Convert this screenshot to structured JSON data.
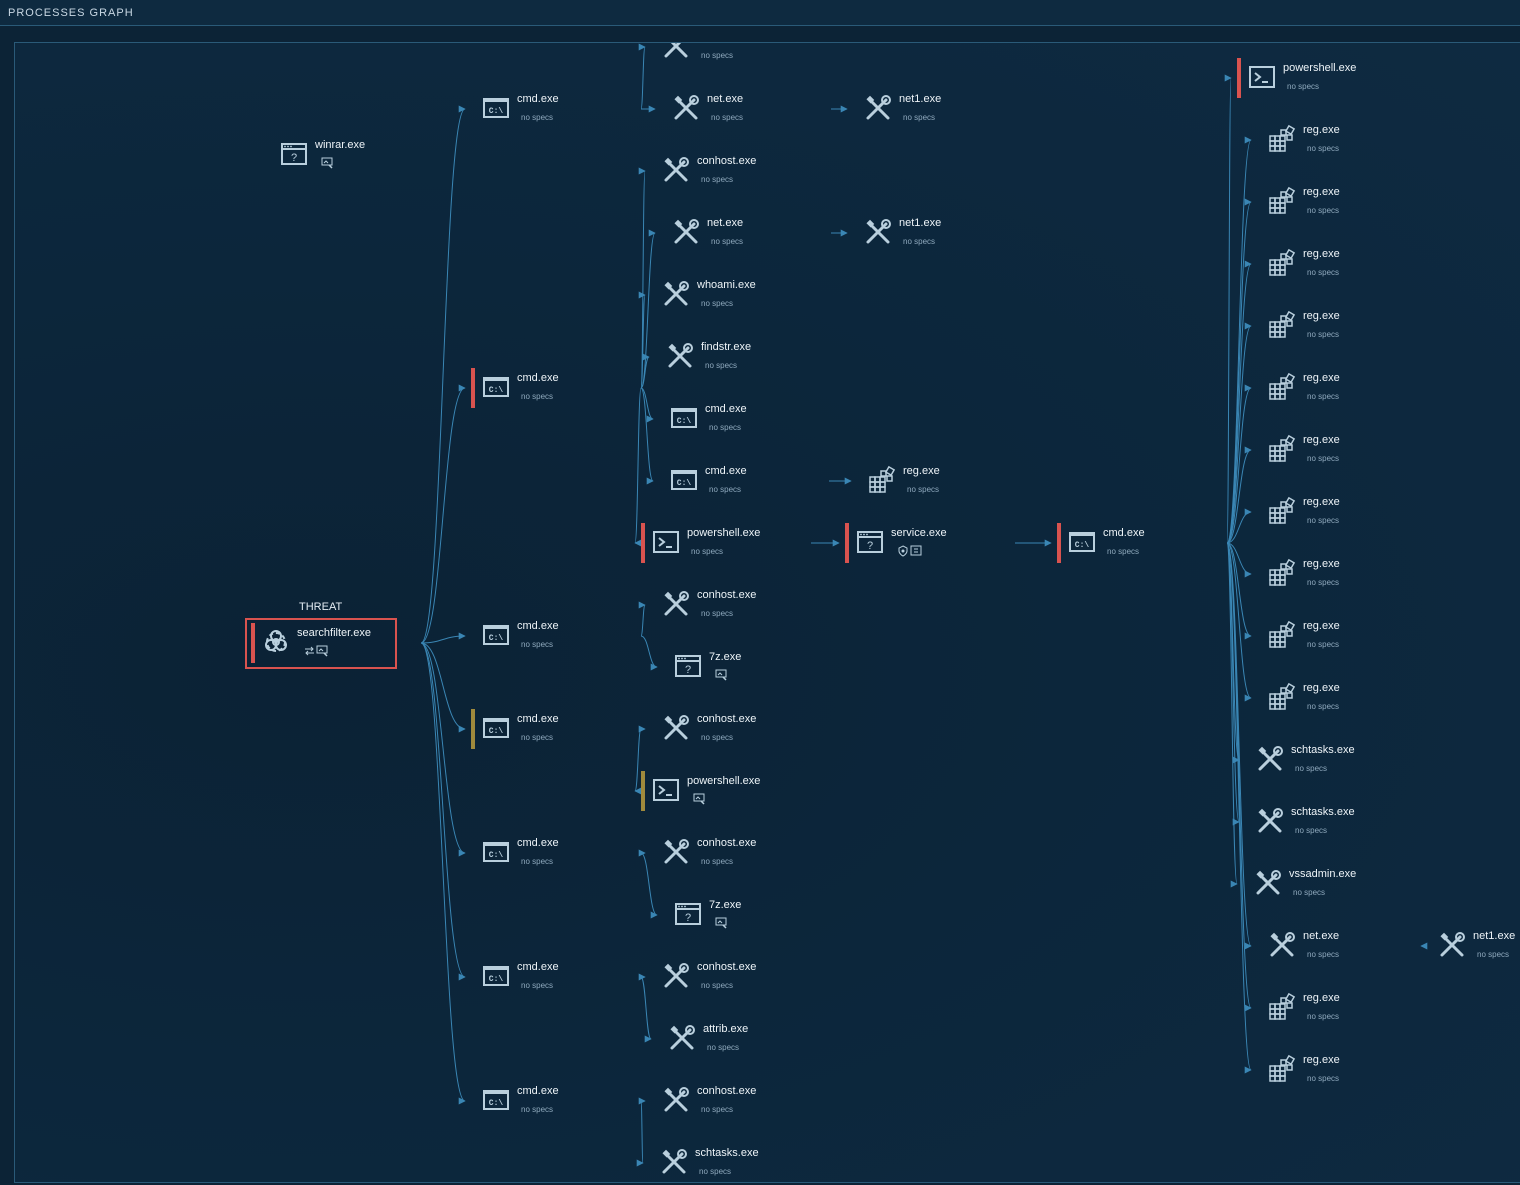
{
  "header": {
    "title": "PROCESSES GRAPH"
  },
  "threat_label": "THREAT",
  "colors": {
    "background": "#0c2336",
    "edge": "#3a86b4",
    "icon": "#b9cfdd",
    "risk_high": "#d9534f",
    "risk_medium": "#a08a3c",
    "threat_border": "#d9534f"
  },
  "nodes": [
    {
      "label": "winrar.exe",
      "sub": "",
      "icon": "window-question-icon",
      "risk": "",
      "badges": [
        "image-badge"
      ]
    },
    {
      "label": "searchfilter.exe",
      "sub": "",
      "icon": "biohazard-icon",
      "risk": "high",
      "badges": [
        "network-badge",
        "image-badge"
      ]
    },
    {
      "label": "cmd.exe",
      "sub": "no specs",
      "icon": "cmd-icon",
      "risk": "",
      "badges": []
    },
    {
      "label": "cmd.exe",
      "sub": "no specs",
      "icon": "cmd-icon",
      "risk": "high",
      "badges": []
    },
    {
      "label": "cmd.exe",
      "sub": "no specs",
      "icon": "cmd-icon",
      "risk": "",
      "badges": []
    },
    {
      "label": "cmd.exe",
      "sub": "no specs",
      "icon": "cmd-icon",
      "risk": "medium",
      "badges": []
    },
    {
      "label": "cmd.exe",
      "sub": "no specs",
      "icon": "cmd-icon",
      "risk": "",
      "badges": []
    },
    {
      "label": "cmd.exe",
      "sub": "no specs",
      "icon": "cmd-icon",
      "risk": "",
      "badges": []
    },
    {
      "label": "cmd.exe",
      "sub": "no specs",
      "icon": "cmd-icon",
      "risk": "",
      "badges": []
    },
    {
      "label": "",
      "sub": "no specs",
      "icon": "tools-icon",
      "risk": "",
      "badges": []
    },
    {
      "label": "net.exe",
      "sub": "no specs",
      "icon": "tools-icon",
      "risk": "",
      "badges": []
    },
    {
      "label": "net1.exe",
      "sub": "no specs",
      "icon": "tools-icon",
      "risk": "",
      "badges": []
    },
    {
      "label": "conhost.exe",
      "sub": "no specs",
      "icon": "tools-icon",
      "risk": "",
      "badges": []
    },
    {
      "label": "net.exe",
      "sub": "no specs",
      "icon": "tools-icon",
      "risk": "",
      "badges": []
    },
    {
      "label": "net1.exe",
      "sub": "no specs",
      "icon": "tools-icon",
      "risk": "",
      "badges": []
    },
    {
      "label": "whoami.exe",
      "sub": "no specs",
      "icon": "tools-icon",
      "risk": "",
      "badges": []
    },
    {
      "label": "findstr.exe",
      "sub": "no specs",
      "icon": "tools-icon",
      "risk": "",
      "badges": []
    },
    {
      "label": "cmd.exe",
      "sub": "no specs",
      "icon": "cmd-icon",
      "risk": "",
      "badges": []
    },
    {
      "label": "cmd.exe",
      "sub": "no specs",
      "icon": "cmd-icon",
      "risk": "",
      "badges": []
    },
    {
      "label": "reg.exe",
      "sub": "no specs",
      "icon": "registry-icon",
      "risk": "",
      "badges": []
    },
    {
      "label": "powershell.exe",
      "sub": "no specs",
      "icon": "powershell-icon",
      "risk": "high",
      "badges": []
    },
    {
      "label": "service.exe",
      "sub": "",
      "icon": "window-question-icon",
      "risk": "high",
      "badges": [
        "shield-badge",
        "dll-badge"
      ]
    },
    {
      "label": "cmd.exe",
      "sub": "no specs",
      "icon": "cmd-icon",
      "risk": "high",
      "badges": []
    },
    {
      "label": "conhost.exe",
      "sub": "no specs",
      "icon": "tools-icon",
      "risk": "",
      "badges": []
    },
    {
      "label": "7z.exe",
      "sub": "",
      "icon": "window-question-icon",
      "risk": "",
      "badges": [
        "image-badge"
      ]
    },
    {
      "label": "conhost.exe",
      "sub": "no specs",
      "icon": "tools-icon",
      "risk": "",
      "badges": []
    },
    {
      "label": "powershell.exe",
      "sub": "",
      "icon": "powershell-icon",
      "risk": "medium",
      "badges": [
        "image-badge"
      ]
    },
    {
      "label": "conhost.exe",
      "sub": "no specs",
      "icon": "tools-icon",
      "risk": "",
      "badges": []
    },
    {
      "label": "7z.exe",
      "sub": "",
      "icon": "window-question-icon",
      "risk": "",
      "badges": [
        "image-badge"
      ]
    },
    {
      "label": "conhost.exe",
      "sub": "no specs",
      "icon": "tools-icon",
      "risk": "",
      "badges": []
    },
    {
      "label": "attrib.exe",
      "sub": "no specs",
      "icon": "tools-icon",
      "risk": "",
      "badges": []
    },
    {
      "label": "conhost.exe",
      "sub": "no specs",
      "icon": "tools-icon",
      "risk": "",
      "badges": []
    },
    {
      "label": "schtasks.exe",
      "sub": "no specs",
      "icon": "tools-icon",
      "risk": "",
      "badges": []
    },
    {
      "label": "powershell.exe",
      "sub": "no specs",
      "icon": "powershell-icon",
      "risk": "high",
      "badges": []
    },
    {
      "label": "reg.exe",
      "sub": "no specs",
      "icon": "registry-icon",
      "risk": "",
      "badges": []
    },
    {
      "label": "reg.exe",
      "sub": "no specs",
      "icon": "registry-icon",
      "risk": "",
      "badges": []
    },
    {
      "label": "reg.exe",
      "sub": "no specs",
      "icon": "registry-icon",
      "risk": "",
      "badges": []
    },
    {
      "label": "reg.exe",
      "sub": "no specs",
      "icon": "registry-icon",
      "risk": "",
      "badges": []
    },
    {
      "label": "reg.exe",
      "sub": "no specs",
      "icon": "registry-icon",
      "risk": "",
      "badges": []
    },
    {
      "label": "reg.exe",
      "sub": "no specs",
      "icon": "registry-icon",
      "risk": "",
      "badges": []
    },
    {
      "label": "reg.exe",
      "sub": "no specs",
      "icon": "registry-icon",
      "risk": "",
      "badges": []
    },
    {
      "label": "reg.exe",
      "sub": "no specs",
      "icon": "registry-icon",
      "risk": "",
      "badges": []
    },
    {
      "label": "reg.exe",
      "sub": "no specs",
      "icon": "registry-icon",
      "risk": "",
      "badges": []
    },
    {
      "label": "reg.exe",
      "sub": "no specs",
      "icon": "registry-icon",
      "risk": "",
      "badges": []
    },
    {
      "label": "schtasks.exe",
      "sub": "no specs",
      "icon": "tools-icon",
      "risk": "",
      "badges": []
    },
    {
      "label": "schtasks.exe",
      "sub": "no specs",
      "icon": "tools-icon",
      "risk": "",
      "badges": []
    },
    {
      "label": "vssadmin.exe",
      "sub": "no specs",
      "icon": "tools-icon",
      "risk": "",
      "badges": []
    },
    {
      "label": "net.exe",
      "sub": "no specs",
      "icon": "tools-icon",
      "risk": "",
      "badges": []
    },
    {
      "label": "net1.exe",
      "sub": "no specs",
      "icon": "tools-icon",
      "risk": "",
      "badges": []
    },
    {
      "label": "reg.exe",
      "sub": "no specs",
      "icon": "registry-icon",
      "risk": "",
      "badges": []
    },
    {
      "label": "reg.exe",
      "sub": "no specs",
      "icon": "registry-icon",
      "risk": "",
      "badges": []
    }
  ],
  "edges": [
    [
      1,
      2
    ],
    [
      1,
      3
    ],
    [
      1,
      4
    ],
    [
      1,
      5
    ],
    [
      1,
      6
    ],
    [
      1,
      7
    ],
    [
      1,
      8
    ],
    [
      2,
      9
    ],
    [
      2,
      10
    ],
    [
      10,
      11
    ],
    [
      3,
      12
    ],
    [
      3,
      13
    ],
    [
      13,
      14
    ],
    [
      3,
      15
    ],
    [
      3,
      16
    ],
    [
      3,
      17
    ],
    [
      3,
      18
    ],
    [
      18,
      19
    ],
    [
      3,
      20
    ],
    [
      20,
      21
    ],
    [
      21,
      22
    ],
    [
      4,
      23
    ],
    [
      4,
      24
    ],
    [
      5,
      25
    ],
    [
      5,
      26
    ],
    [
      6,
      27
    ],
    [
      6,
      28
    ],
    [
      7,
      29
    ],
    [
      7,
      30
    ],
    [
      8,
      31
    ],
    [
      8,
      32
    ],
    [
      22,
      33
    ],
    [
      22,
      34
    ],
    [
      22,
      35
    ],
    [
      22,
      36
    ],
    [
      22,
      37
    ],
    [
      22,
      38
    ],
    [
      22,
      39
    ],
    [
      22,
      40
    ],
    [
      22,
      41
    ],
    [
      22,
      42
    ],
    [
      22,
      43
    ],
    [
      22,
      44
    ],
    [
      22,
      45
    ],
    [
      22,
      46
    ],
    [
      22,
      47
    ],
    [
      47,
      48
    ],
    [
      22,
      49
    ],
    [
      22,
      50
    ]
  ]
}
